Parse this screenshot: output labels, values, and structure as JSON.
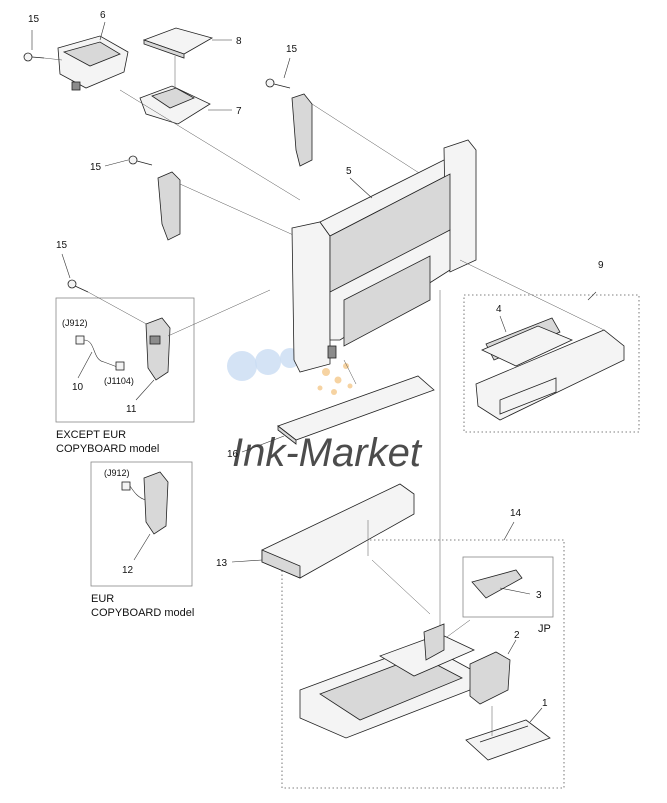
{
  "callouts": {
    "c15a": "15",
    "c6": "6",
    "c8": "8",
    "c7": "7",
    "c15b": "15",
    "c15c": "15",
    "c5": "5",
    "c15d": "15",
    "c9": "9",
    "c4": "4",
    "c10": "10",
    "c11": "11",
    "c16": "16",
    "c12": "12",
    "c13": "13",
    "c14": "14",
    "c3": "3",
    "c2": "2",
    "c1": "1"
  },
  "connectors": {
    "j912a": "(J912)",
    "j1104": "(J1104)",
    "j912b": "(J912)"
  },
  "captions": {
    "except_line1": "EXCEPT EUR",
    "except_line2": "COPYBOARD model",
    "eur_line1": "EUR",
    "eur_line2": "COPYBOARD model",
    "jp": "JP"
  },
  "watermark": {
    "text": "Ink-Market",
    "colors": {
      "blue": "#c9dcf3",
      "orange": "#f6d3a2",
      "red": "#e7b7b4"
    }
  }
}
